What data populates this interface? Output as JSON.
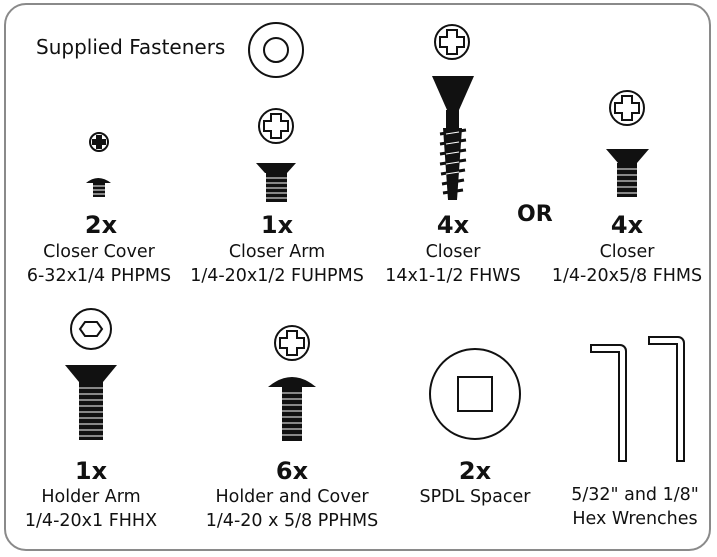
{
  "title": "Supplied Fasteners",
  "separator": "OR",
  "items": [
    {
      "qty": "2x",
      "name": "Closer Cover",
      "spec": "6-32x1/4 PHPMS",
      "icon": "pan-head-phillips-machine-screw"
    },
    {
      "qty": "1x",
      "name": "Closer Arm",
      "spec": "1/4-20x1/2 FUHPMS",
      "icon": "undercut-flat-head-phillips-screw-with-washer"
    },
    {
      "qty": "4x",
      "name": "Closer",
      "spec": "14x1-1/2 FHWS",
      "icon": "flat-head-wood-screw"
    },
    {
      "qty": "4x",
      "name": "Closer",
      "spec": "1/4-20x5/8 FHMS",
      "icon": "flat-head-machine-screw"
    },
    {
      "qty": "1x",
      "name": "Holder Arm",
      "spec": "1/4-20x1 FHHX",
      "icon": "flat-head-hex-socket-screw"
    },
    {
      "qty": "6x",
      "name": "Holder and Cover",
      "spec": "1/4-20 x 5/8 PPHMS",
      "icon": "pan-head-phillips-machine-screw"
    },
    {
      "qty": "2x",
      "name": "SPDL Spacer",
      "spec": "",
      "icon": "square-hole-spacer"
    },
    {
      "qty": "",
      "name": "5/32\" and 1/8\"",
      "spec": "Hex Wrenches",
      "icon": "hex-wrench"
    }
  ]
}
